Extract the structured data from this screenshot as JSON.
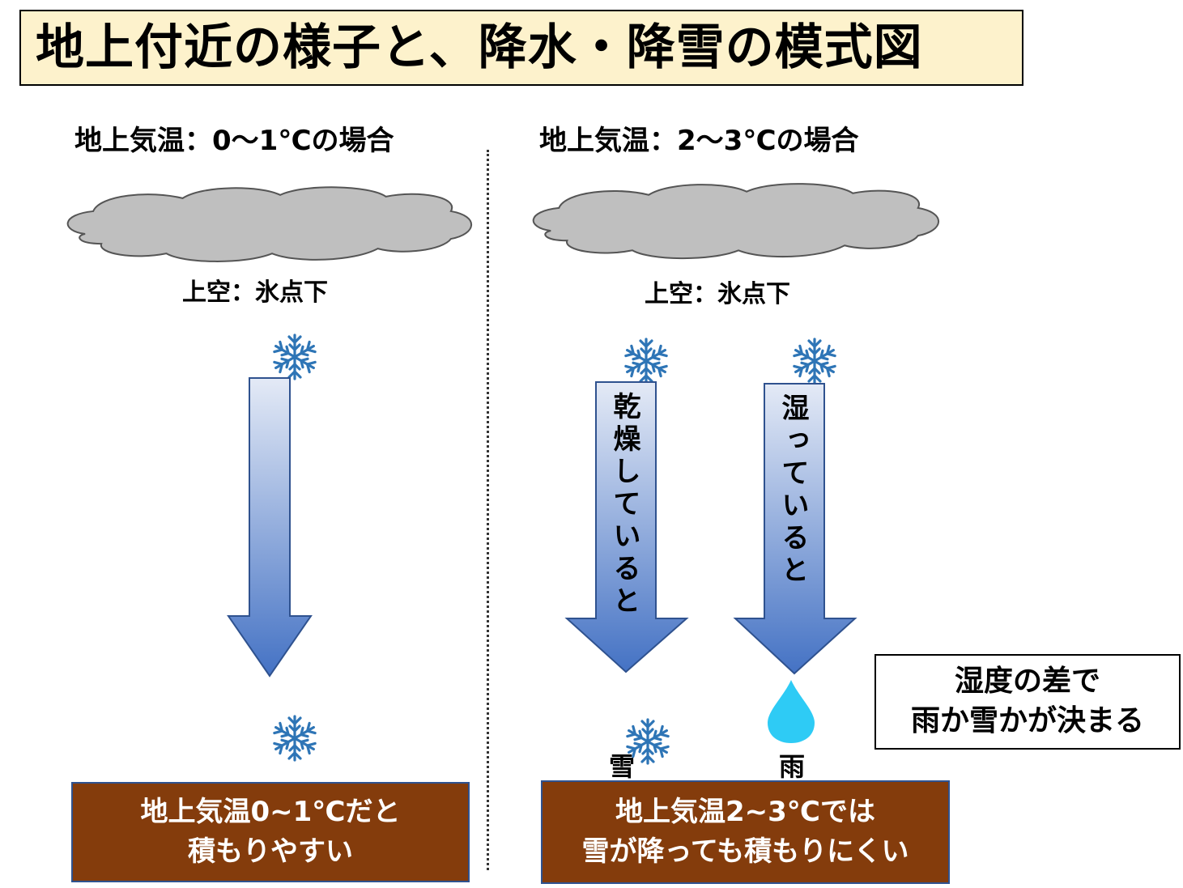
{
  "title": "地上付近の様子と、降水・降雪の模式図",
  "left": {
    "heading": "地上気温：0～1℃の場合",
    "upper_air": "上空：氷点下",
    "result_line1": "地上気温0~1℃だと",
    "result_line2": "積もりやすい"
  },
  "right": {
    "heading": "地上気温：2～3℃の場合",
    "upper_air": "上空：氷点下",
    "dry_arrow_text": "乾燥していると",
    "wet_arrow_text": "湿っていると",
    "snow_label": "雪",
    "rain_label": "雨",
    "result_line1": "地上気温2~3℃では",
    "result_line2": "雪が降っても積もりにくい"
  },
  "note": {
    "line1": "湿度の差で",
    "line2": "雨か雪かが決まる"
  },
  "colors": {
    "title_bg": "#fdf2cc",
    "cloud": "#bfbfbf",
    "snowflake": "#2e75b6",
    "raindrop": "#2ecbf5",
    "arrow_top": "#dde5f5",
    "arrow_bottom": "#4472c4",
    "result_box": "#843c0c"
  },
  "icons": [
    "cloud-icon",
    "snowflake-icon",
    "raindrop-icon",
    "down-arrow-icon"
  ]
}
